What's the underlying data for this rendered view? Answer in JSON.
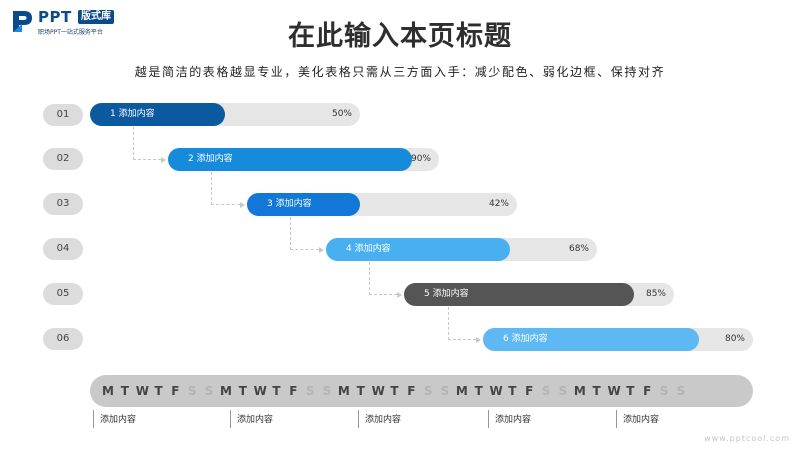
{
  "logo": {
    "brand": "PPT",
    "badge": "版式库",
    "tagline": "职场PPT一站式服务平台"
  },
  "header": {
    "title": "在此输入本页标题",
    "subtitle": "越是简洁的表格越显专业，美化表格只需从三方面入手：减少配色、弱化边框、保持对齐"
  },
  "rows": [
    {
      "number": "01",
      "label": "1 添加内容",
      "progress": 0.5,
      "progress_text": "50%",
      "color": "#0b5aa0"
    },
    {
      "number": "02",
      "label": "2 添加内容",
      "progress": 0.9,
      "progress_text": "90%",
      "color": "#168bdc"
    },
    {
      "number": "03",
      "label": "3 添加内容",
      "progress": 0.42,
      "progress_text": "42%",
      "color": "#1277d6"
    },
    {
      "number": "04",
      "label": "4 添加内容",
      "progress": 0.68,
      "progress_text": "68%",
      "color": "#48b0f0"
    },
    {
      "number": "05",
      "label": "5 添加内容",
      "progress": 0.85,
      "progress_text": "85%",
      "color": "#555555"
    },
    {
      "number": "06",
      "label": "6 添加内容",
      "progress": 0.8,
      "progress_text": "80%",
      "color": "#5db8f4"
    }
  ],
  "week_strip": {
    "letters": [
      "M",
      "T",
      "W",
      "T",
      "F",
      "S",
      "S",
      "M",
      "T",
      "W",
      "T",
      "F",
      "S",
      "S",
      "M",
      "T",
      "W",
      "T",
      "F",
      "S",
      "S",
      "M",
      "T",
      "W",
      "T",
      "F",
      "S",
      "S",
      "M",
      "T",
      "W",
      "T",
      "F",
      "S",
      "S"
    ],
    "day_color": "#444444",
    "weekend_color": "#b4b4b4"
  },
  "footer_labels": [
    "添加内容",
    "添加内容",
    "添加内容",
    "添加内容",
    "添加内容"
  ],
  "watermark": "www.pptcool.com"
}
